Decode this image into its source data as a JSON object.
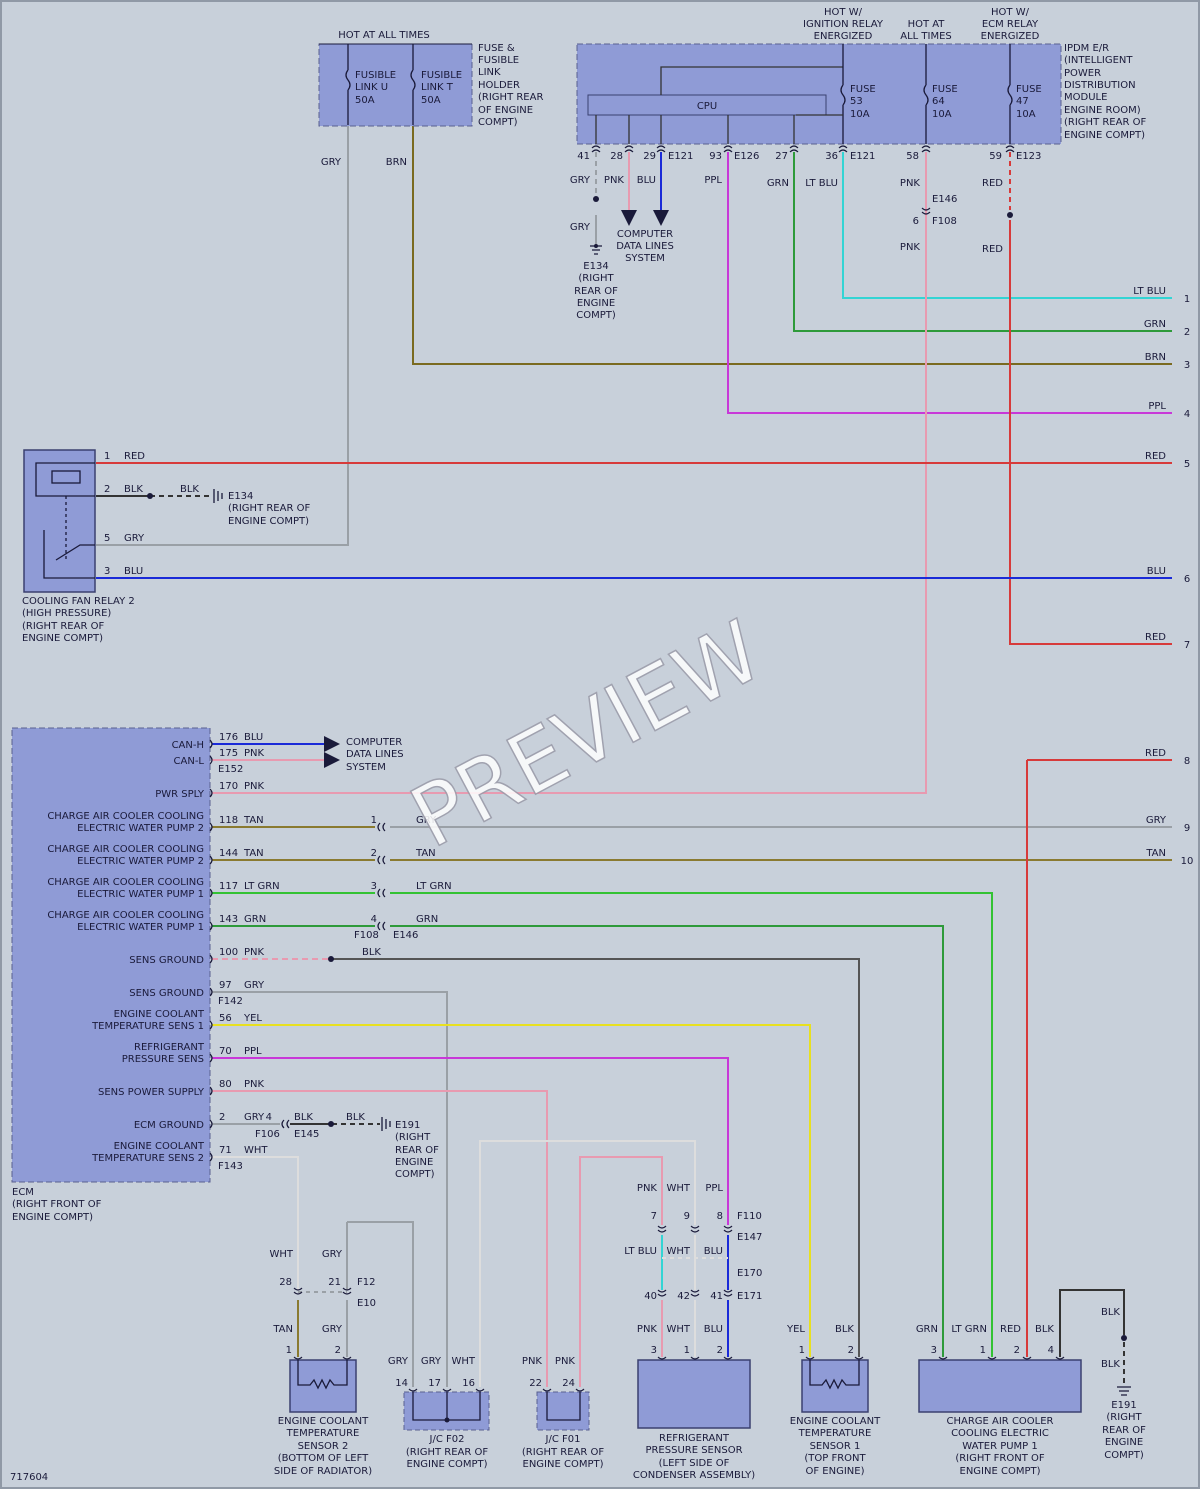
{
  "diagram_id": "717604",
  "watermark": "PREVIEW",
  "colors": {
    "background": "#c8d0da",
    "component_fill": "#8f9bd6",
    "component_stroke": "#5a6090",
    "red": "#d73a3a",
    "grn": "#2e9a3a",
    "ltgrn": "#33c233",
    "ltblu": "#33d4d4",
    "blu": "#1a2ad8",
    "brn": "#7a6a20",
    "ppl": "#c838d8",
    "gry": "#9aa0a6",
    "tan": "#8a7a30",
    "pnk": "#e89ab0",
    "blk": "#333333",
    "yel": "#e8e020",
    "wht": "#dddddd"
  },
  "headers": {
    "hot_all_times_1": "HOT AT ALL TIMES",
    "hot_ign": [
      "HOT W/",
      "IGNITION RELAY",
      "ENERGIZED"
    ],
    "hot_all_times_2": [
      "HOT AT",
      "ALL TIMES"
    ],
    "hot_ecm": [
      "HOT W/",
      "ECM RELAY",
      "ENERGIZED"
    ]
  },
  "components": {
    "fusible_holder": {
      "desc": [
        "FUSE &",
        "FUSIBLE",
        "LINK",
        "HOLDER",
        "(RIGHT REAR",
        "OF ENGINE",
        "COMPT)"
      ],
      "link_u": [
        "FUSIBLE",
        "LINK U",
        "50A"
      ],
      "link_t": [
        "FUSIBLE",
        "LINK T",
        "50A"
      ]
    },
    "ipdm": {
      "desc": [
        "IPDM E/R",
        "(INTELLIGENT",
        "POWER",
        "DISTRIBUTION",
        "MODULE",
        "ENGINE ROOM)",
        "(RIGHT REAR OF",
        "ENGINE COMPT)"
      ],
      "cpu": "CPU",
      "fuse53": [
        "FUSE",
        "53",
        "10A"
      ],
      "fuse64": [
        "FUSE",
        "64",
        "10A"
      ],
      "fuse47": [
        "FUSE",
        "47",
        "10A"
      ]
    },
    "relay": {
      "desc": [
        "COOLING FAN RELAY 2",
        "(HIGH PRESSURE)",
        "(RIGHT REAR OF",
        "ENGINE COMPT)"
      ]
    },
    "ecm": {
      "desc": [
        "ECM",
        "(RIGHT FRONT OF",
        "ENGINE COMPT)"
      ],
      "pins": [
        {
          "label": [
            "CAN-H"
          ],
          "num": "176",
          "wire": "BLU"
        },
        {
          "label": [
            "CAN-L"
          ],
          "num": "175",
          "wire": "PNK"
        },
        {
          "label": [
            "PWR SPLY"
          ],
          "num": "170",
          "wire": "PNK"
        },
        {
          "label": [
            "CHARGE AIR COOLER COOLING",
            "ELECTRIC WATER PUMP 2"
          ],
          "num": "118",
          "wire": "TAN"
        },
        {
          "label": [
            "CHARGE AIR COOLER COOLING",
            "ELECTRIC WATER PUMP 2"
          ],
          "num": "144",
          "wire": "TAN"
        },
        {
          "label": [
            "CHARGE AIR COOLER COOLING",
            "ELECTRIC WATER PUMP 1"
          ],
          "num": "117",
          "wire": "LT GRN"
        },
        {
          "label": [
            "CHARGE AIR COOLER COOLING",
            "ELECTRIC WATER PUMP 1"
          ],
          "num": "143",
          "wire": "GRN"
        },
        {
          "label": [
            "SENS GROUND"
          ],
          "num": "100",
          "wire": "PNK"
        },
        {
          "label": [
            "SENS GROUND"
          ],
          "num": "97",
          "wire": "GRY"
        },
        {
          "label": [
            "ENGINE COOLANT",
            "TEMPERATURE SENS 1"
          ],
          "num": "56",
          "wire": "YEL"
        },
        {
          "label": [
            "REFRIGERANT",
            "PRESSURE SENS"
          ],
          "num": "70",
          "wire": "PPL"
        },
        {
          "label": [
            "SENS POWER SUPPLY"
          ],
          "num": "80",
          "wire": "PNK"
        },
        {
          "label": [
            "ECM GROUND"
          ],
          "num": "2",
          "wire": "GRY"
        },
        {
          "label": [
            "ENGINE COOLANT",
            "TEMPERATURE SENS 2"
          ],
          "num": "71",
          "wire": "WHT"
        }
      ]
    },
    "ects2": {
      "desc": [
        "ENGINE COOLANT",
        "TEMPERATURE",
        "SENSOR 2",
        "(BOTTOM OF LEFT",
        "SIDE OF RADIATOR)"
      ]
    },
    "jcf02": {
      "desc": [
        "J/C F02",
        "(RIGHT REAR OF",
        "ENGINE COMPT)"
      ]
    },
    "jcf01": {
      "desc": [
        "J/C F01",
        "(RIGHT REAR OF",
        "ENGINE COMPT)"
      ]
    },
    "refsens": {
      "desc": [
        "REFRIGERANT",
        "PRESSURE SENSOR",
        "(LEFT SIDE OF",
        "CONDENSER ASSEMBLY)"
      ]
    },
    "ects1": {
      "desc": [
        "ENGINE COOLANT",
        "TEMPERATURE",
        "SENSOR 1",
        "(TOP FRONT",
        "OF ENGINE)"
      ]
    },
    "pump1": {
      "desc": [
        "CHARGE AIR COOLER",
        "COOLING ELECTRIC",
        "WATER PUMP 1",
        "(RIGHT FRONT OF",
        "ENGINE COMPT)"
      ]
    },
    "e191": {
      "desc": [
        "E191",
        "(RIGHT",
        "REAR OF",
        "ENGINE",
        "COMPT)"
      ]
    },
    "e191b": {
      "desc": [
        "E191",
        "(RIGHT",
        "REAR OF",
        "ENGINE",
        "COMPT)"
      ]
    },
    "e134": {
      "desc": [
        "E134",
        "(RIGHT",
        "REAR OF",
        "ENGINE",
        "COMPT)"
      ]
    },
    "e134b": {
      "desc": [
        "E134",
        "(RIGHT REAR OF",
        "ENGINE COMPT)"
      ]
    },
    "cdl1": {
      "desc": [
        "COMPUTER",
        "DATA LINES",
        "SYSTEM"
      ]
    },
    "cdl2": {
      "desc": [
        "COMPUTER",
        "DATA LINES",
        "SYSTEM"
      ]
    }
  },
  "connectors": {
    "e121": "E121",
    "e126": "E126",
    "e121b": "E121",
    "e123": "E123",
    "e146": "E146",
    "f108": "F108",
    "e152": "E152",
    "f108b": "F108",
    "e146b": "E146",
    "f142": "F142",
    "f106": "F106",
    "e145": "E145",
    "f143": "F143",
    "f12": "F12",
    "e10": "E10",
    "f110": "F110",
    "e147": "E147",
    "e170": "E170",
    "e171": "E171"
  },
  "wire_labels": {
    "w_gry_fuse": "GRY",
    "w_brn_fuse": "BRN",
    "w41": "GRY",
    "w28": "PNK",
    "w29": "BLU",
    "w93": "PPL",
    "w27": "GRN",
    "w36": "LT BLU",
    "w58": "PNK",
    "w59": "RED",
    "w41b": "GRY",
    "w58b": "PNK",
    "w59b": "RED",
    "r1": "LT BLU",
    "r2": "GRN",
    "r3": "BRN",
    "r4": "PPL",
    "r5": "RED",
    "r6": "BLU",
    "r7": "RED",
    "r8": "RED",
    "r9": "GRY",
    "r10": "TAN",
    "rl1": "RED",
    "rl2": "BLK",
    "rl2b": "BLK",
    "rl5": "GRY",
    "rl3": "BLU",
    "j1": "GRY",
    "j2": "TAN",
    "j3": "LT GRN",
    "j4": "GRN",
    "sg": "BLK",
    "eg1": "BLK",
    "eg2": "BLK",
    "ects2_a": "WHT",
    "ects2_b": "GRY",
    "ects2_c": "TAN",
    "ects2_d": "GRY",
    "jf02_a": "GRY",
    "jf02_b": "GRY",
    "jf02_c": "WHT",
    "jf01_a": "PNK",
    "jf01_b": "PNK",
    "ref_a": "PNK",
    "ref_b": "WHT",
    "ref_c": "PPL",
    "ref_d": "LT BLU",
    "ref_e": "WHT",
    "ref_f": "BLU",
    "ref_g": "PNK",
    "ref_h": "WHT",
    "ref_i": "BLU",
    "ects1_a": "YEL",
    "ects1_b": "BLK",
    "p1_a": "GRN",
    "p1_b": "LT GRN",
    "p1_c": "RED",
    "p1_d": "BLK",
    "p1_e": "BLK",
    "p1_f": "BLK"
  },
  "pin_numbers": {
    "ip41": "41",
    "ip28": "28",
    "ip29": "29",
    "ip93": "93",
    "ip27": "27",
    "ip36": "36",
    "ip58": "58",
    "ip59": "59",
    "e146_6": "6",
    "rl1": "1",
    "rl2": "2",
    "rl5": "5",
    "rl3": "3",
    "j1": "1",
    "j2": "2",
    "j3": "3",
    "j4": "4",
    "f106_4": "4",
    "e2_28": "28",
    "e2_21": "21",
    "e2_1": "1",
    "e2_2": "2",
    "jf02_14": "14",
    "jf02_17": "17",
    "jf02_16": "16",
    "jf01_22": "22",
    "jf01_24": "24",
    "rs7": "7",
    "rs9": "9",
    "rs8": "8",
    "rs40": "40",
    "rs42": "42",
    "rs41": "41",
    "rs3": "3",
    "rs1": "1",
    "rs2": "2",
    "e1_1": "1",
    "e1_2": "2",
    "p1_3": "3",
    "p1_1": "1",
    "p1_2": "2",
    "p1_4": "4",
    "r1": "1",
    "r2": "2",
    "r3": "3",
    "r4": "4",
    "r5": "5",
    "r6": "6",
    "r7": "7",
    "r8": "8",
    "r9": "9",
    "r10": "10"
  }
}
